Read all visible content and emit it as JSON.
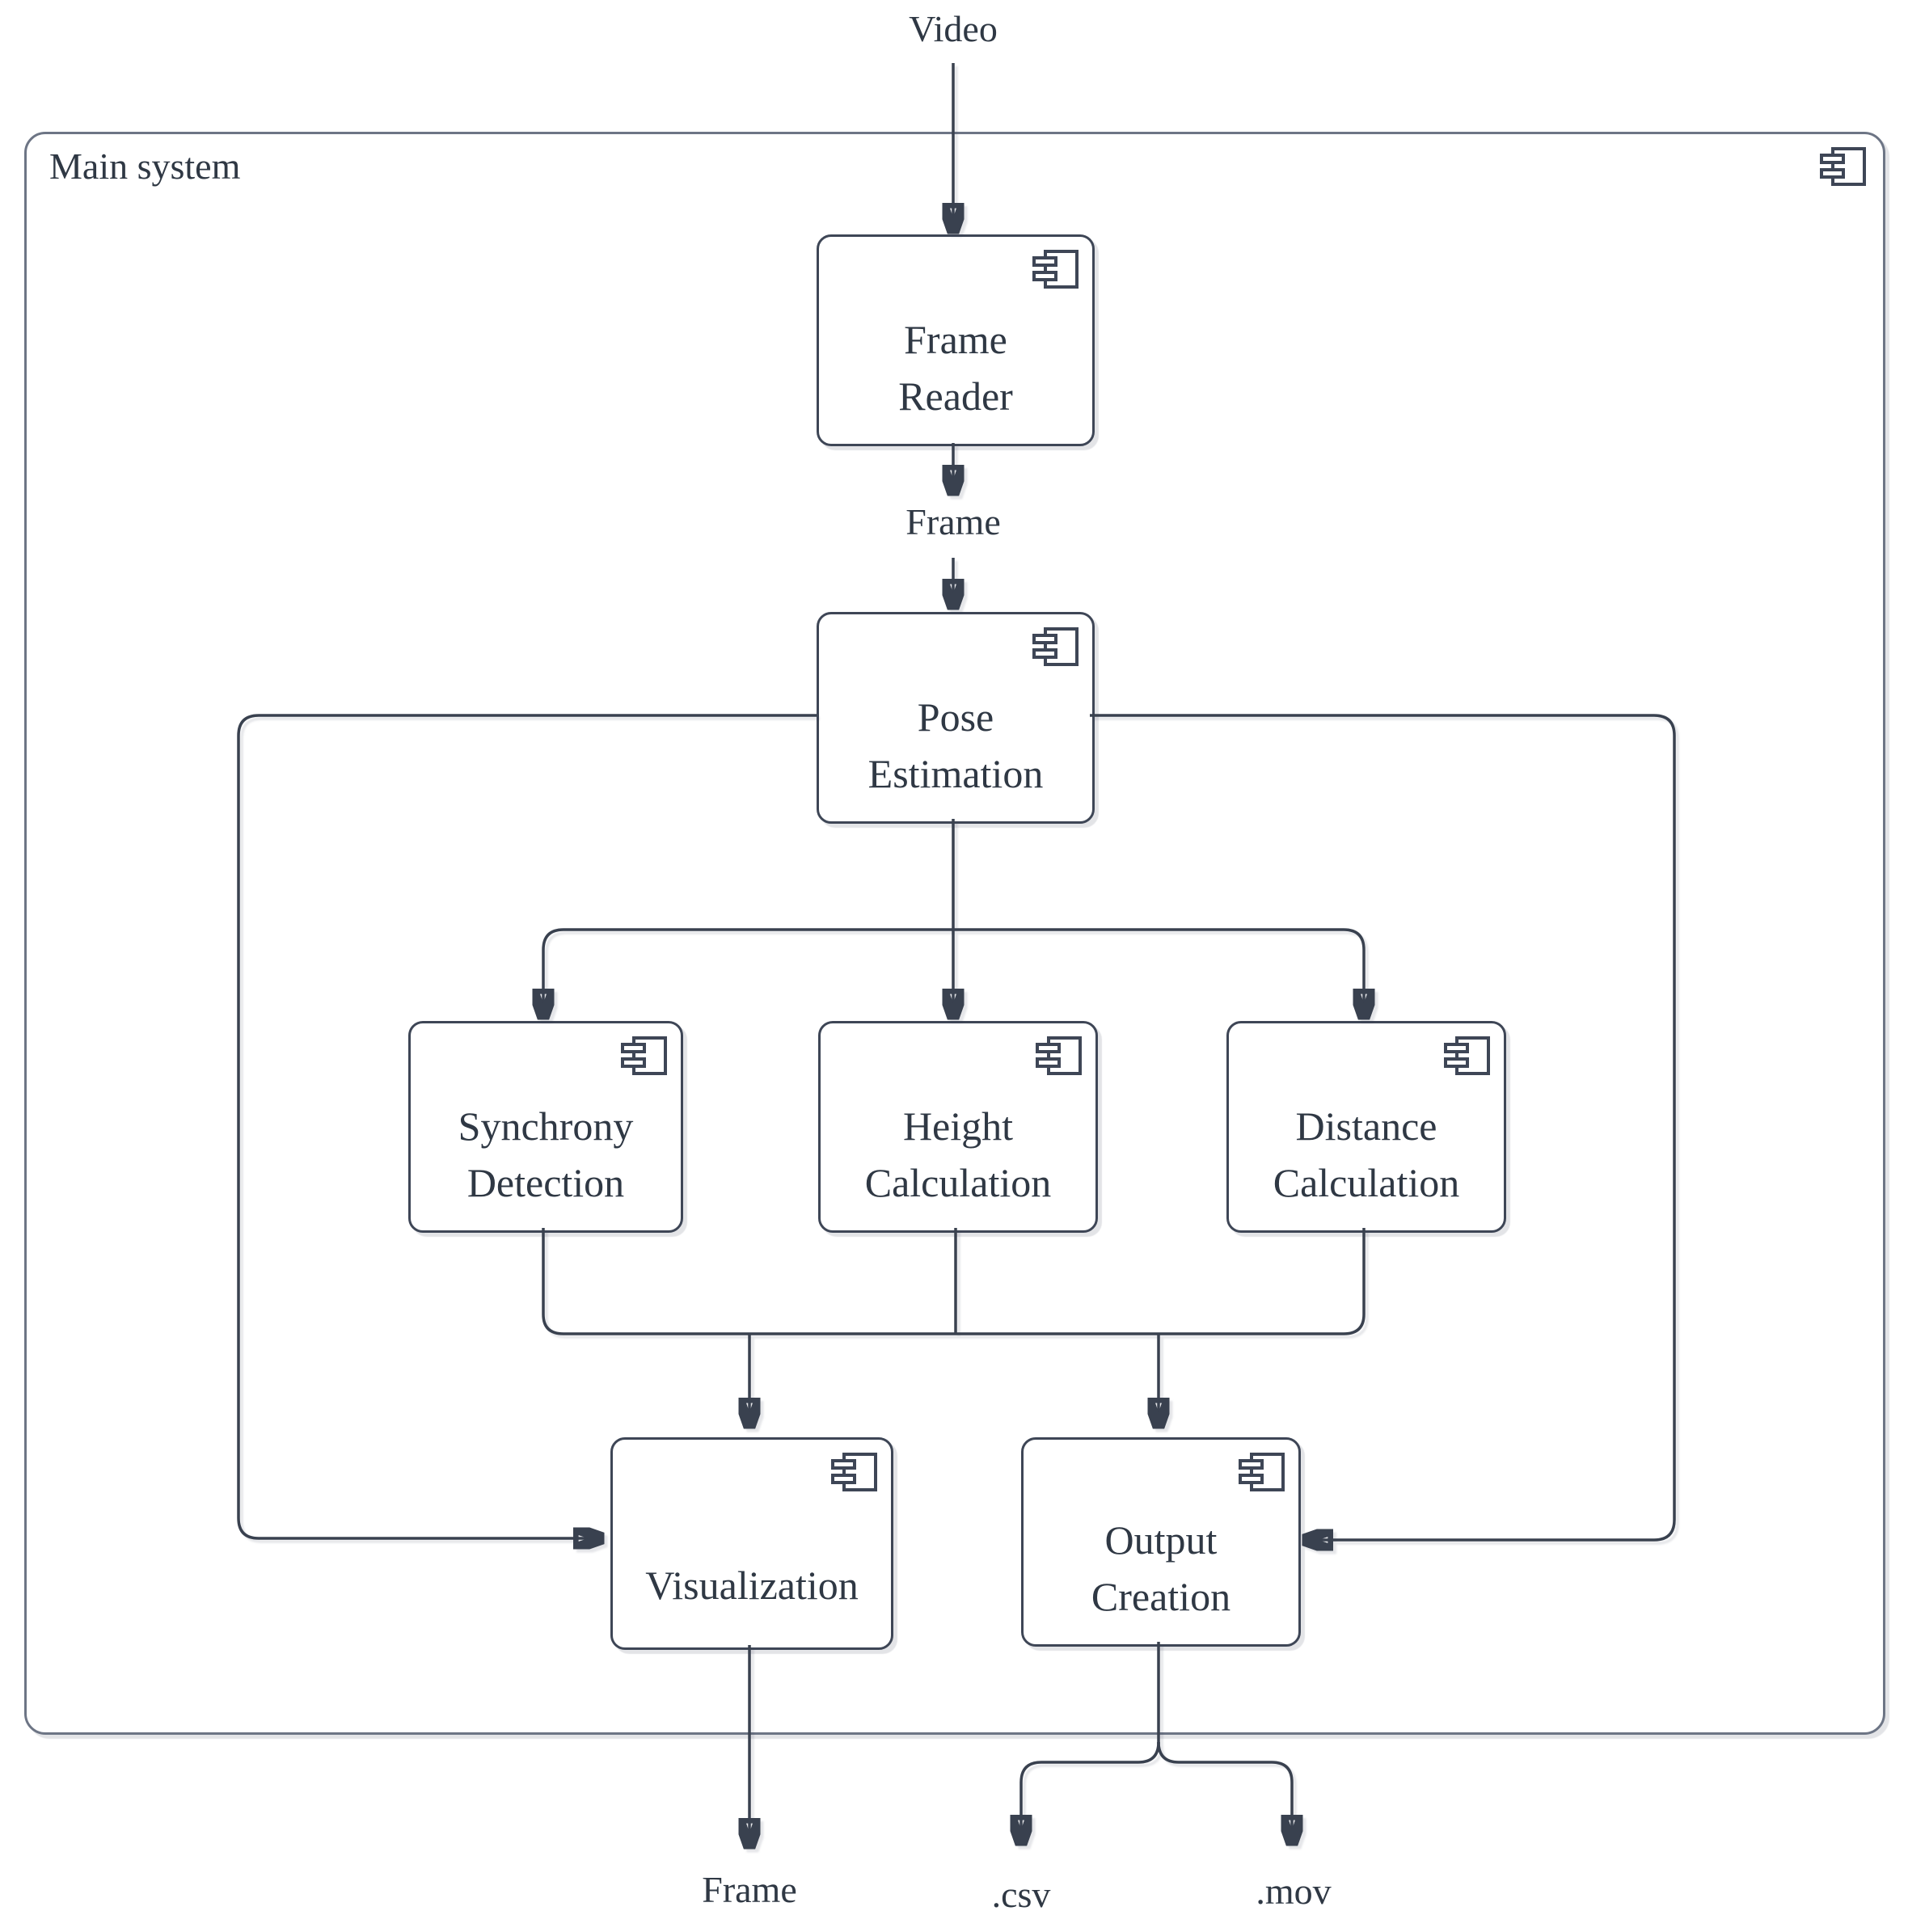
{
  "system": {
    "title": "Main system"
  },
  "nodes": {
    "frame_reader": {
      "line1": "Frame",
      "line2": "Reader"
    },
    "pose_estimation": {
      "line1": "Pose",
      "line2": "Estimation"
    },
    "synchrony_detection": {
      "line1": "Synchrony",
      "line2": "Detection"
    },
    "height_calculation": {
      "line1": "Height",
      "line2": "Calculation"
    },
    "distance_calculation": {
      "line1": "Distance",
      "line2": "Calculation"
    },
    "visualization": {
      "line1": "Visualization"
    },
    "output_creation": {
      "line1": "Output",
      "line2": "Creation"
    }
  },
  "edge_labels": {
    "input_video": "Video",
    "frame_between": "Frame",
    "frame_output": "Frame",
    "csv_output": ".csv",
    "mov_output": ".mov"
  },
  "colors": {
    "line": "#39414f",
    "box-border": "#3e4656",
    "outer-border": "#6d7585",
    "text": "#2f3844",
    "bg": "#ffffff"
  }
}
